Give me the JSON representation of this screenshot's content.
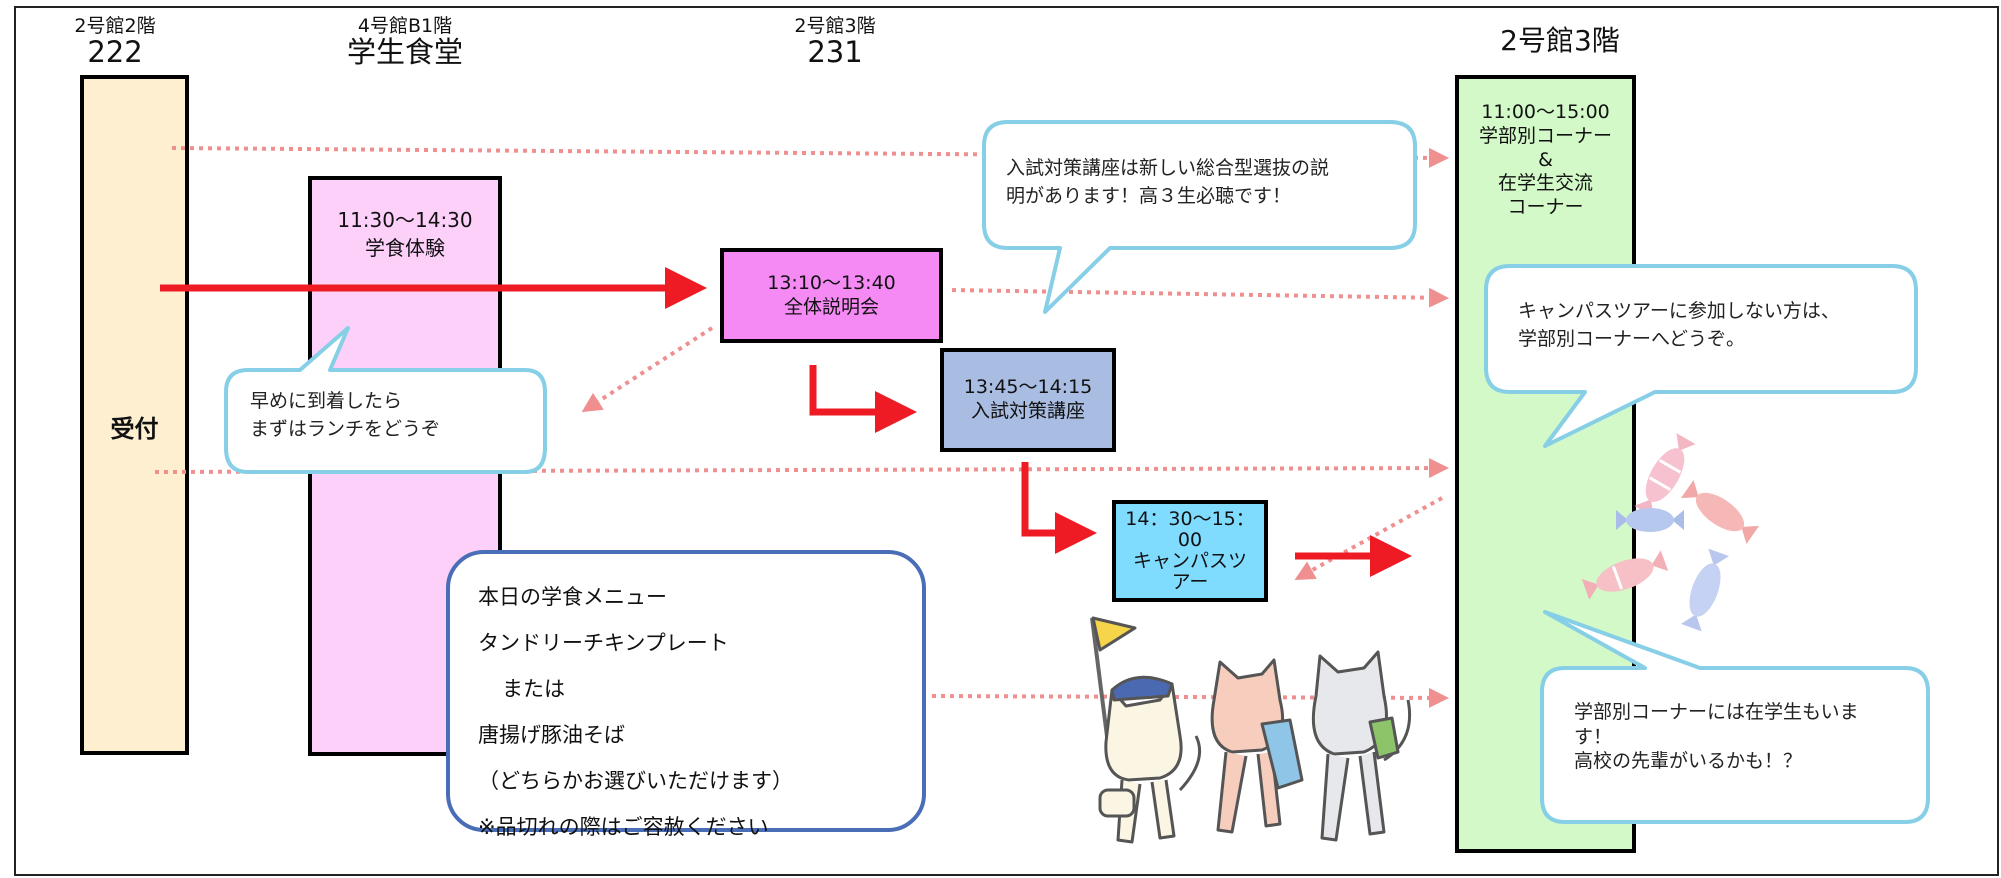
{
  "columns": {
    "reception": {
      "building": "2号館2階",
      "room": "222",
      "label": "受付"
    },
    "cafeteria": {
      "building": "4号館B1階",
      "room": "学生食堂",
      "time": "11:30～14:30",
      "label": "学食体験"
    },
    "room231": {
      "building": "2号館3階",
      "room": "231"
    },
    "floor3": {
      "building": "2号館3階",
      "time": "11:00～15:00",
      "line1": "学部別コーナー",
      "line2": "&",
      "line3": "在学生交流",
      "line4": "コーナー"
    }
  },
  "sessions": {
    "general": {
      "time": "13:10～13:40",
      "label": "全体説明会"
    },
    "entrance": {
      "time": "13:45～14:15",
      "label": "入試対策講座"
    },
    "tour": {
      "time": "14：30～15：00",
      "label1": "キャンパスツ",
      "label2": "アー"
    }
  },
  "callouts": {
    "lunch": [
      "早めに到着したら",
      "まずはランチをどうぞ"
    ],
    "seminar": [
      "入試対策講座は新しい総合型選抜の説",
      "明があります！高３生必聴です！"
    ],
    "tour_skip": [
      "キャンパスツアーに参加しない方は、",
      "学部別コーナーへどうぞ。"
    ],
    "students": [
      "学部別コーナーには在学生もいま",
      "す！",
      "高校の先輩がいるかも！？"
    ]
  },
  "menu": {
    "title": "本日の学食メニュー",
    "item1": "タンドリーチキンプレート",
    "or": "または",
    "item2": "唐揚げ豚油そば",
    "note": "（どちらかお選びいただけます）",
    "soldout": "※品切れの際はご容赦ください"
  },
  "colors": {
    "reception": "#fdefd0",
    "cafeteria": "#fdd0fa",
    "general": "#f68af5",
    "entrance": "#a9bde3",
    "tour": "#7fdcff",
    "floor3": "#d3f9c8",
    "callout_border": "#86cfe6",
    "menu_border": "#4a6db7",
    "arrow_solid": "#ee1b24",
    "arrow_dotted": "#ef8f8f"
  }
}
